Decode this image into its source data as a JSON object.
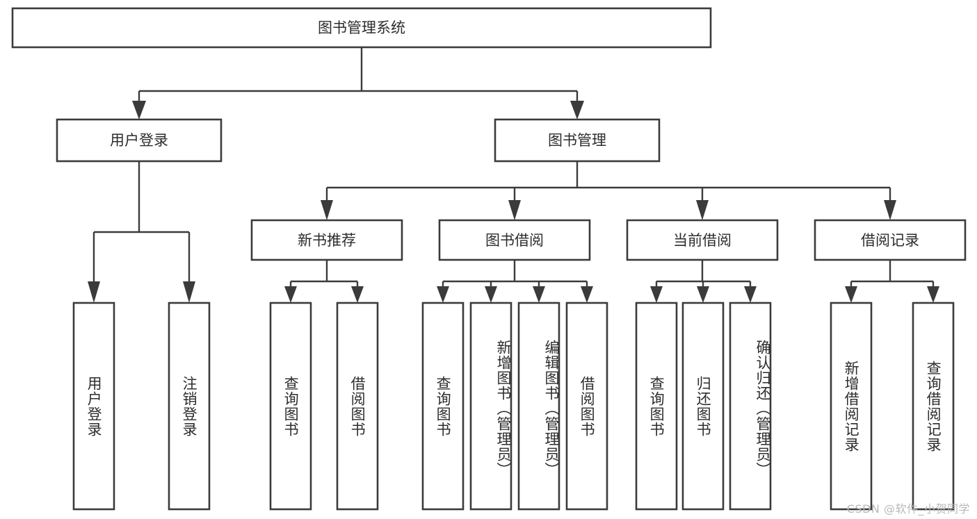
{
  "diagram": {
    "type": "tree-hierarchy",
    "title": "图书管理系统",
    "watermark": "CSDN @软件_小贺同学",
    "colors": {
      "stroke": "#3b3b3b",
      "box_fill": "#ffffff",
      "text": "#2c2c2c",
      "background": "#ffffff",
      "watermark": "#b9b9b9"
    },
    "levels": {
      "root": {
        "label": "图书管理系统"
      },
      "level1": [
        {
          "label": "用户登录"
        },
        {
          "label": "图书管理"
        }
      ],
      "level2": [
        {
          "label": "新书推荐"
        },
        {
          "label": "图书借阅"
        },
        {
          "label": "当前借阅"
        },
        {
          "label": "借阅记录"
        }
      ],
      "leaves": {
        "user_login": [
          {
            "label": "用户登录"
          },
          {
            "label": "注销登录"
          }
        ],
        "new_book_recommend": [
          {
            "label": "查询图书"
          },
          {
            "label": "借阅图书"
          }
        ],
        "book_borrow": [
          {
            "label": "查询图书"
          },
          {
            "label": "新增图书（管理员）"
          },
          {
            "label": "编辑图书（管理员）"
          },
          {
            "label": "借阅图书"
          }
        ],
        "current_borrow": [
          {
            "label": "查询图书"
          },
          {
            "label": "归还图书"
          },
          {
            "label": "确认归还（管理员）"
          }
        ],
        "borrow_record": [
          {
            "label": "新增借阅记录"
          },
          {
            "label": "查询借阅记录"
          }
        ]
      }
    }
  }
}
